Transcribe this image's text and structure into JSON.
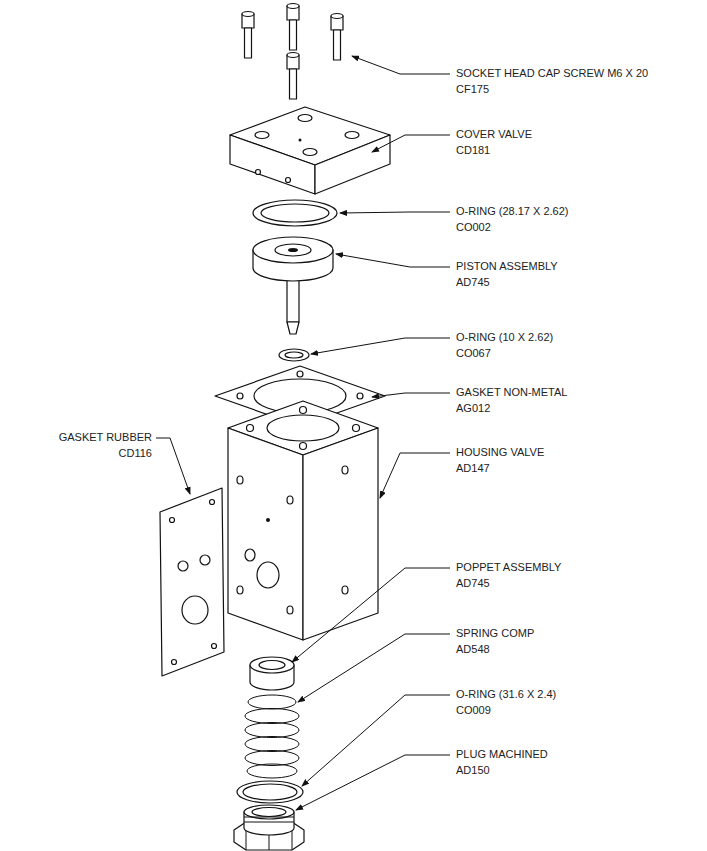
{
  "diagram": {
    "labels": [
      "SOCKET HEAD CAP SCREW M6 X 20",
      "CF175",
      "COVER VALVE",
      "CD181",
      "O-RING (28.17 X 2.62)",
      "CO002",
      "PISTON ASSEMBLY",
      "AD745",
      "O-RING (10 X 2.62)",
      "CO067",
      "GASKET NON-METAL",
      "AG012",
      "HOUSING VALVE",
      "AD147",
      "GASKET RUBBER",
      "CD116",
      "POPPET ASSEMBLY",
      "AD745",
      "SPRING COMP",
      "AD548",
      "O-RING (31.6 X 2.4)",
      "CO009",
      "PLUG MACHINED",
      "AD150"
    ]
  }
}
